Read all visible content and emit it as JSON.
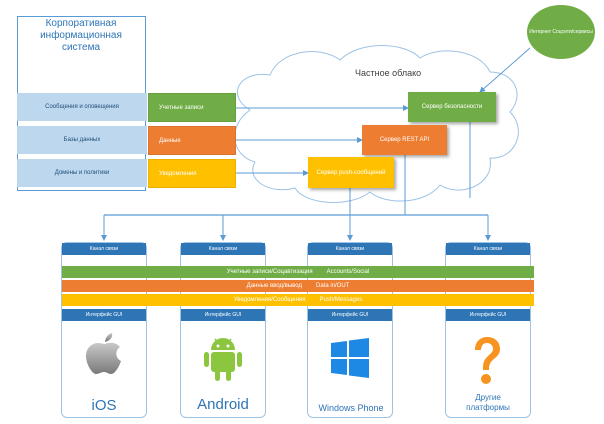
{
  "corp": {
    "title": "Корпоративная информационная система",
    "rows": [
      "Сообщения и оповещения",
      "Базы данных",
      "Домены и политики"
    ]
  },
  "feeds": [
    "Учетные записи",
    "Данные",
    "Уведомления"
  ],
  "cloud": {
    "label": "Частное облако",
    "security": "Сервер безопасности",
    "rest": "Сервер REST API",
    "push": "Сервер push-сообщений"
  },
  "internet": "Интернет Соцсети/сервисы",
  "devices": [
    {
      "channel": "Канал связи",
      "gui": "Интерфейс GUI",
      "name": "iOS"
    },
    {
      "channel": "Канал связи",
      "gui": "Интерфейс GUI",
      "name": "Android"
    },
    {
      "channel": "Канал связи",
      "gui": "Интерфейс GUI",
      "name": "Windows Phone"
    },
    {
      "channel": "Канал связи",
      "gui": "Интерфейс GUI",
      "name": "Другие платформы"
    }
  ],
  "bars": [
    {
      "ru": "Учетные записи/Соцавтизация",
      "en": "Accounts/Social"
    },
    {
      "ru": "Данные ввод/вывод",
      "en": "Data in/OUT"
    },
    {
      "ru": "Уведомления/Сообщения",
      "en": "Push/Messages"
    }
  ],
  "colors": {
    "blue": "#2e75b6",
    "green": "#70ad47",
    "orange": "#ed7d31",
    "yellow": "#ffc000",
    "light_blue": "#bdd7ee"
  }
}
